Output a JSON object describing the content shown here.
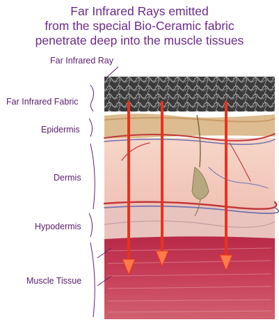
{
  "title": {
    "line1": "Far Infrared Rays emitted",
    "line2": "from the special Bio-Ceramic fabric",
    "line3": "penetrate deep into the muscle tissues"
  },
  "labels": {
    "far_infrared_ray": "Far Infrared Ray",
    "fabric": "Far Infrared Fabric",
    "epidermis": "Epidermis",
    "dermis": "Dermis",
    "hypodermis": "Hypodermis",
    "muscle": "Muscle Tissue"
  },
  "colors": {
    "title_text": "#6b2a8a",
    "label_text": "#5a2070",
    "arrow": "#e8321e",
    "arrow_head": "#ff7a4a",
    "fabric": "#2a2a2a",
    "epidermis": "#d9b98c",
    "dermis": "#f4c8bc",
    "hypodermis": "#e8c0bc",
    "muscle": "#c03050"
  }
}
